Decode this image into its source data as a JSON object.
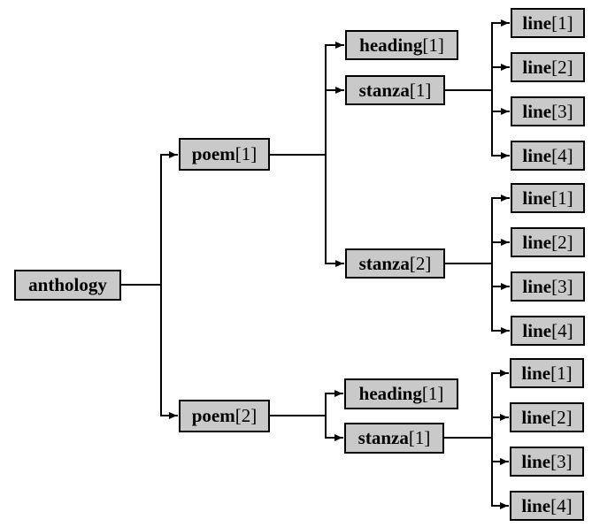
{
  "diagram": {
    "type": "tree",
    "description": "XML document node tree for an anthology of poems",
    "colors": {
      "background": "#ffffff",
      "node_fill": "#c9c9c9",
      "node_border": "#000000",
      "connector": "#000000"
    }
  },
  "tree": {
    "root": {
      "name": "anthology",
      "index": ""
    },
    "children": [
      {
        "name": "poem",
        "index": "[1]",
        "children": [
          {
            "name": "heading",
            "index": "[1]",
            "children": []
          },
          {
            "name": "stanza",
            "index": "[1]",
            "children": [
              {
                "name": "line",
                "index": "[1]"
              },
              {
                "name": "line",
                "index": "[2]"
              },
              {
                "name": "line",
                "index": "[3]"
              },
              {
                "name": "line",
                "index": "[4]"
              }
            ]
          },
          {
            "name": "stanza",
            "index": "[2]",
            "children": [
              {
                "name": "line",
                "index": "[1]"
              },
              {
                "name": "line",
                "index": "[2]"
              },
              {
                "name": "line",
                "index": "[3]"
              },
              {
                "name": "line",
                "index": "[4]"
              }
            ]
          }
        ]
      },
      {
        "name": "poem",
        "index": "[2]",
        "children": [
          {
            "name": "heading",
            "index": "[1]",
            "children": []
          },
          {
            "name": "stanza",
            "index": "[1]",
            "children": [
              {
                "name": "line",
                "index": "[1]"
              },
              {
                "name": "line",
                "index": "[2]"
              },
              {
                "name": "line",
                "index": "[3]"
              },
              {
                "name": "line",
                "index": "[4]"
              }
            ]
          }
        ]
      }
    ]
  }
}
